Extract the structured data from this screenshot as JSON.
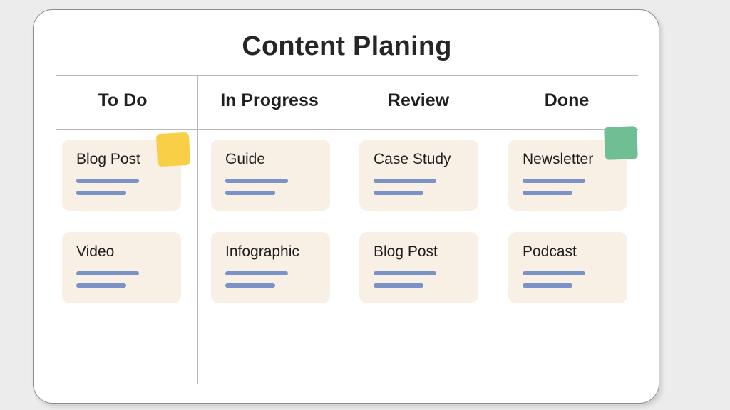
{
  "board": {
    "title": "Content Planing",
    "card_bg": "#F8EFE5",
    "line_color": "#7B92C8",
    "rule_color": "#B9B9B9",
    "board_bg": "#FFFFFF",
    "page_bg": "#ECECEC"
  },
  "columns": [
    {
      "header": "To Do",
      "cards": [
        {
          "title": "Blog Post",
          "lines": [
            "long",
            "short"
          ],
          "sticky": {
            "present": true,
            "color": "#F8CF47",
            "name": "sticky-note-yellow"
          }
        },
        {
          "title": "Video",
          "lines": [
            "long",
            "short"
          ],
          "sticky": {
            "present": false
          }
        }
      ]
    },
    {
      "header": "In Progress",
      "cards": [
        {
          "title": "Guide",
          "lines": [
            "long",
            "short"
          ],
          "sticky": {
            "present": false
          }
        },
        {
          "title": "Infographic",
          "lines": [
            "long",
            "short"
          ],
          "sticky": {
            "present": false
          }
        }
      ]
    },
    {
      "header": "Review",
      "cards": [
        {
          "title": "Case Study",
          "lines": [
            "long",
            "short"
          ],
          "sticky": {
            "present": false
          }
        },
        {
          "title": "Blog Post",
          "lines": [
            "long",
            "short"
          ],
          "sticky": {
            "present": false
          }
        }
      ]
    },
    {
      "header": "Done",
      "cards": [
        {
          "title": "Newsletter",
          "lines": [
            "long",
            "short"
          ],
          "sticky": {
            "present": true,
            "color": "#6FBE94",
            "name": "sticky-note-green"
          }
        },
        {
          "title": "Podcast",
          "lines": [
            "long",
            "short"
          ],
          "sticky": {
            "present": false
          }
        }
      ]
    }
  ]
}
